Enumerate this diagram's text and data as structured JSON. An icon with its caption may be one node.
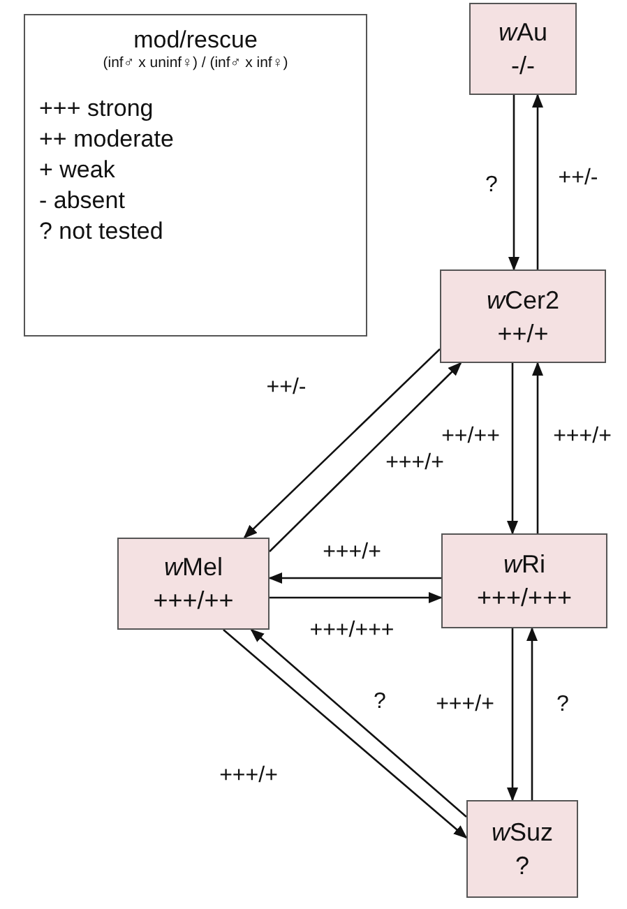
{
  "diagram": {
    "nodes": [
      {
        "text": [
          "mod/rescue",
          "(inf♂ x uninf♀) / (inf♂ x inf♀)",
          "+++ strong",
          "++ moderate",
          "+ weak",
          "- absent",
          "? not tested"
        ]
      },
      {
        "text": [
          "wAu",
          "-/-"
        ]
      },
      {
        "text": [
          "wCer2",
          "++/+"
        ]
      },
      {
        "text": [
          "wMel",
          "+++/++"
        ]
      },
      {
        "text": [
          "wRi",
          "+++/+++"
        ]
      },
      {
        "text": [
          "wSuz",
          "?"
        ]
      }
    ],
    "edges": [
      {
        "from": 1,
        "to": 2,
        "arrow": "to",
        "label": "?"
      },
      {
        "from": 2,
        "to": 1,
        "arrow": "to",
        "label": "++/-"
      },
      {
        "from": 2,
        "to": 3,
        "arrow": "to",
        "label": "++/-"
      },
      {
        "from": 3,
        "to": 2,
        "arrow": "to",
        "label": "+++/+"
      },
      {
        "from": 2,
        "to": 4,
        "arrow": "to",
        "label": "++/++"
      },
      {
        "from": 4,
        "to": 2,
        "arrow": "to",
        "label": "+++/+"
      },
      {
        "from": 4,
        "to": 3,
        "arrow": "to",
        "label": "+++/+"
      },
      {
        "from": 3,
        "to": 4,
        "arrow": "to",
        "label": "+++/+++"
      },
      {
        "from": 4,
        "to": 5,
        "arrow": "to",
        "label": "+++/+"
      },
      {
        "from": 5,
        "to": 4,
        "arrow": "to",
        "label": "?"
      },
      {
        "from": 5,
        "to": 3,
        "arrow": "to",
        "label": "?"
      },
      {
        "from": 3,
        "to": 5,
        "arrow": "to",
        "label": "+++/+"
      }
    ]
  }
}
